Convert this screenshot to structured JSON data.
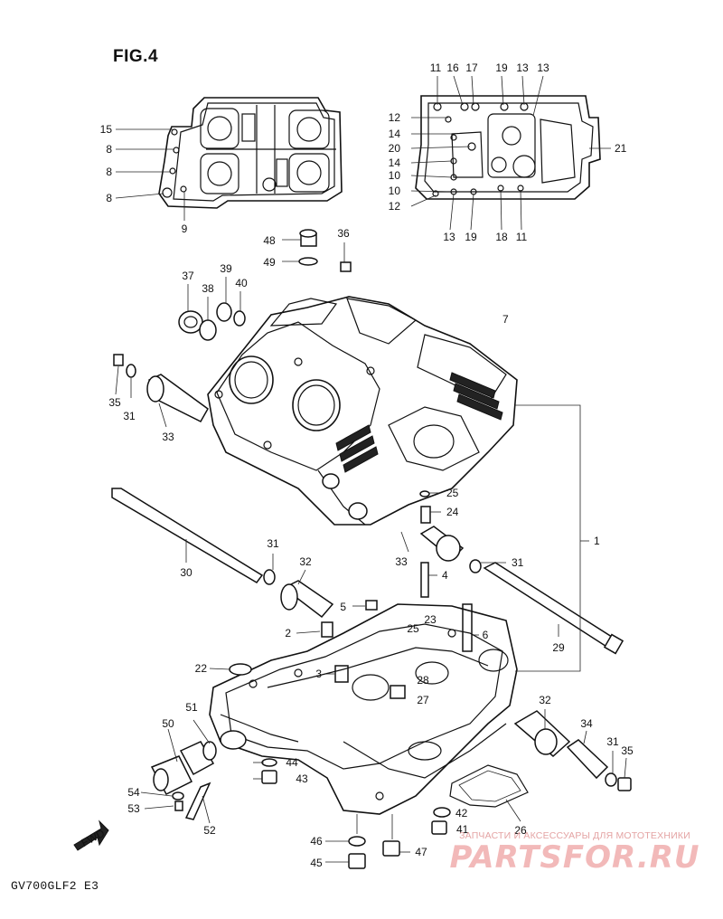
{
  "figure": {
    "title": "FIG.4",
    "model_code": "GV700GLF2  E3"
  },
  "watermark": {
    "tagline": "ЗАПЧАСТИ И АКСЕССУАРЫ ДЛЯ МОТОТЕХНИКИ",
    "logo": "PARTSFOR.RU"
  },
  "direction_arrow": {
    "label": "FWD"
  },
  "inset_left_callouts": [
    "15",
    "8",
    "8",
    "8",
    "9"
  ],
  "inset_right_callouts": [
    "11",
    "16",
    "17",
    "19",
    "13",
    "13",
    "12",
    "14",
    "20",
    "14",
    "10",
    "10",
    "12",
    "13",
    "19",
    "18",
    "11",
    "21"
  ],
  "main_callouts": [
    "48",
    "49",
    "36",
    "37",
    "38",
    "39",
    "40",
    "7",
    "35",
    "31",
    "33",
    "25",
    "24",
    "1",
    "30",
    "31",
    "32",
    "33",
    "4",
    "31",
    "5",
    "2",
    "23",
    "25",
    "6",
    "29",
    "22",
    "3",
    "28",
    "27",
    "51",
    "50",
    "32",
    "34",
    "31",
    "35",
    "44",
    "43",
    "54",
    "53",
    "52",
    "42",
    "41",
    "26",
    "46",
    "47",
    "45"
  ]
}
